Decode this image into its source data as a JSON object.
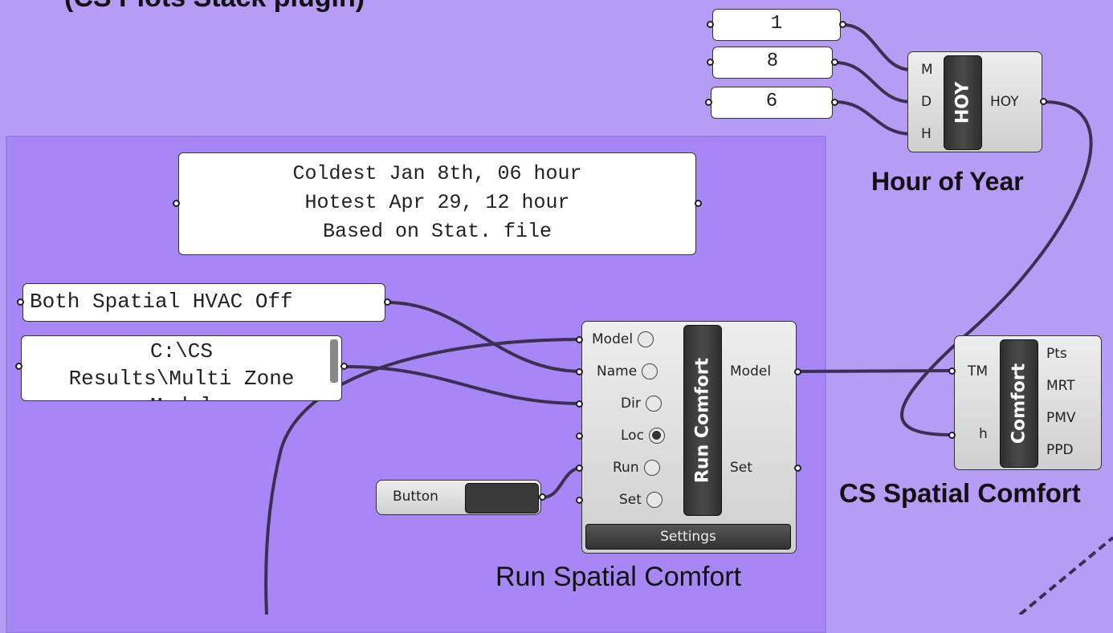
{
  "header_fragment": "(CS Plots Stack plugin)",
  "sliders": {
    "month": "1",
    "day": "8",
    "hour": "6"
  },
  "hoy_component": {
    "inputs": [
      "M",
      "D",
      "H"
    ],
    "name": "HOY",
    "output": "HOY",
    "title": "Hour of Year"
  },
  "note_panel": {
    "lines": [
      "Coldest Jan 8th, 06 hour",
      "Hotest Apr 29, 12 hour",
      "Based on Stat. file"
    ]
  },
  "name_panel": {
    "text": "Both Spatial HVAC Off"
  },
  "dir_panel": {
    "lines": [
      "C:\\CS",
      "Results\\Multi Zone",
      "Model"
    ]
  },
  "button": {
    "label": "Button"
  },
  "run_component": {
    "inputs": [
      "Model",
      "Name",
      "Dir",
      "Loc",
      "Run",
      "Set"
    ],
    "name": "Run Comfort",
    "outputs": [
      "Model",
      "Set"
    ],
    "footer": "Settings",
    "title": "Run Spatial Comfort"
  },
  "comfort_component": {
    "inputs": [
      "TM",
      "h"
    ],
    "name": "Comfort",
    "outputs": [
      "Pts",
      "MRT",
      "PMV",
      "PPD"
    ],
    "title": "CS Spatial Comfort"
  }
}
